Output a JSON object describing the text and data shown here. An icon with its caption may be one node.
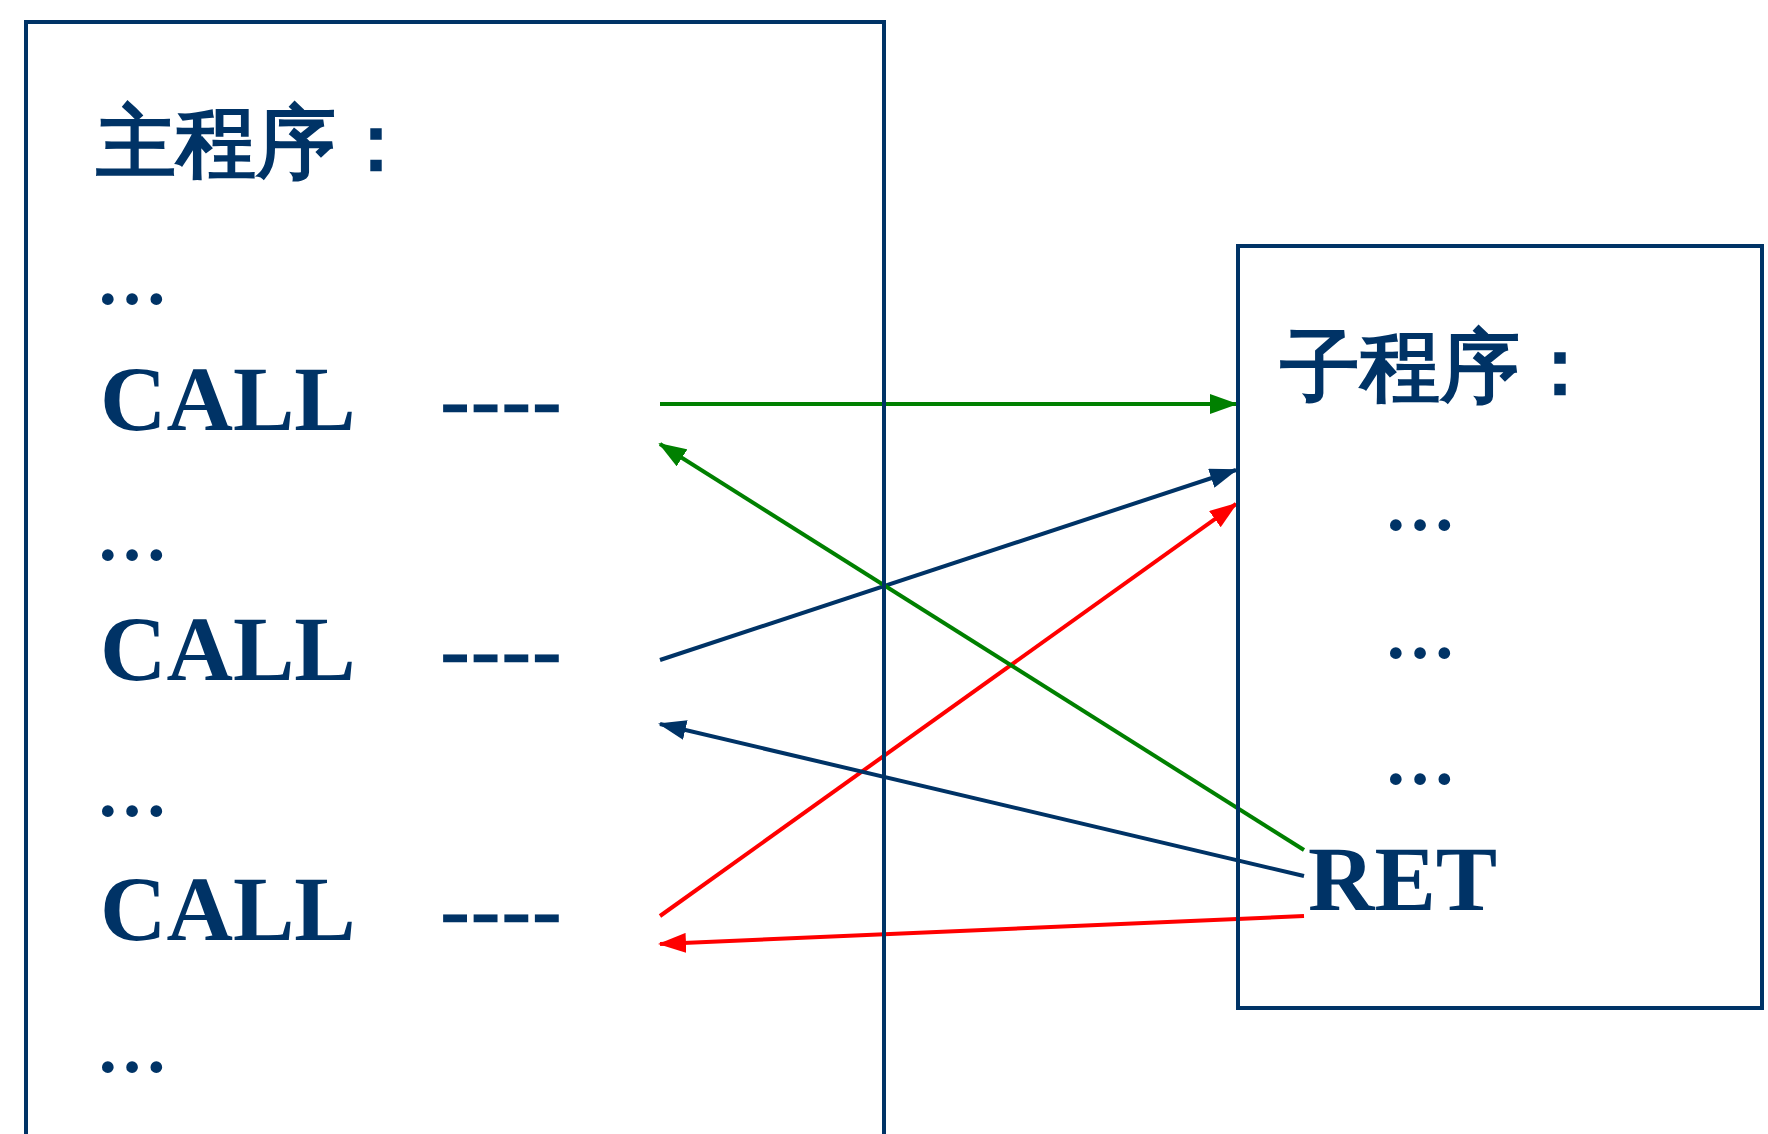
{
  "diagram": {
    "nodes": [
      {
        "text": [
          "主程序：",
          "…",
          "…",
          "…",
          "…"
        ]
      },
      {
        "text": [
          "CALL",
          "----"
        ],
        "in": 0
      },
      {
        "text": [
          "CALL",
          "----"
        ],
        "in": 0
      },
      {
        "text": [
          "CALL",
          "----"
        ],
        "in": 0
      },
      {
        "text": [
          "子程序：",
          "…",
          "…",
          "…"
        ]
      },
      {
        "text": [
          "RET"
        ],
        "in": 4
      }
    ],
    "edges": [
      {
        "from": 1,
        "to": 4,
        "arrow": "to",
        "color": "#008000"
      },
      {
        "from": 2,
        "to": 4,
        "arrow": "to",
        "color": "#003366"
      },
      {
        "from": 3,
        "to": 4,
        "arrow": "to",
        "color": "#ff0000"
      },
      {
        "from": 5,
        "to": 1,
        "arrow": "to",
        "color": "#008000"
      },
      {
        "from": 5,
        "to": 2,
        "arrow": "to",
        "color": "#003366"
      },
      {
        "from": 5,
        "to": 3,
        "arrow": "to",
        "color": "#ff0000"
      }
    ]
  }
}
